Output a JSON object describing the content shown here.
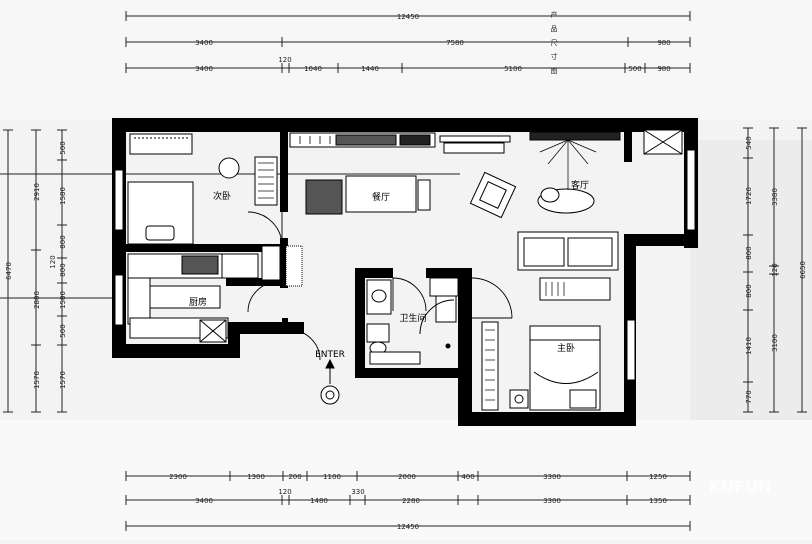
{
  "drawing_title": "产品尺寸图",
  "title_chars": [
    "产",
    "品",
    "尺",
    "寸",
    "图"
  ],
  "entry_label": "ENTER",
  "rooms": {
    "second_bedroom": "次卧",
    "dining": "餐厅",
    "living": "客厅",
    "kitchen": "厨房",
    "bathroom": "卫生间",
    "master_bedroom": "主卧"
  },
  "dimensions": {
    "top_total": "12450",
    "top_row2": [
      "3400",
      "7580",
      "980"
    ],
    "top_row3": [
      "3400",
      "120",
      "1040",
      "1440",
      "5100",
      "500",
      "980"
    ],
    "bottom_row1": [
      "2300",
      "1300",
      "200",
      "1100",
      "2000",
      "400",
      "3300",
      "1250"
    ],
    "bottom_row2": [
      "3400",
      "120",
      "1480",
      "330",
      "2280",
      "3300",
      "1350"
    ],
    "bottom_total": "12450",
    "left_total": "6470",
    "left_col2": [
      "2910",
      "2800",
      "1570"
    ],
    "left_col3": [
      "500",
      "1580",
      "800",
      "120",
      "800",
      "1580",
      "500",
      "1570"
    ],
    "right_col1": [
      "540",
      "1720",
      "800",
      "800",
      "1410",
      "770"
    ],
    "right_col2": [
      "3380",
      "120",
      "3100"
    ],
    "right_total": "6650"
  },
  "watermark": "KUFUN"
}
